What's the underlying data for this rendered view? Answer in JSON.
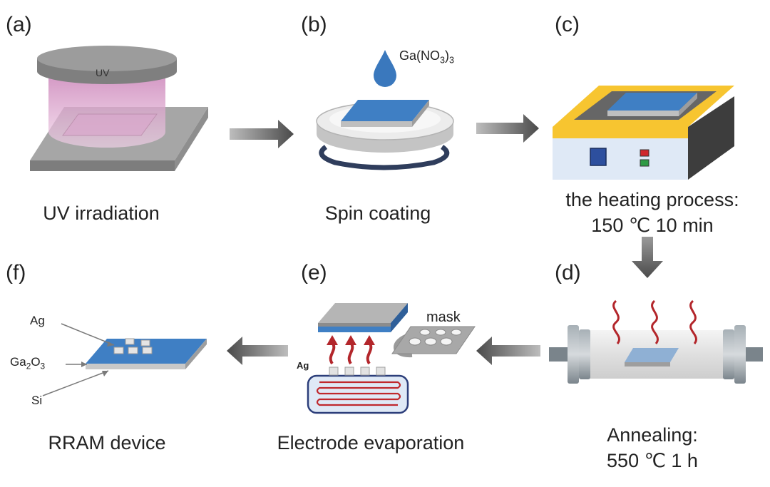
{
  "colors": {
    "blue": "#3f7fc4",
    "gray": "#9a9a9a",
    "yellow": "#f7c530",
    "red": "#c0282d",
    "pink": "#d8a2c8",
    "arrow": "#595959"
  },
  "panels": {
    "a": {
      "label": "(a)",
      "uv_label": "UV",
      "caption": "UV irradiation"
    },
    "b": {
      "label": "(b)",
      "reagent_prefix": "Ga(NO",
      "reagent_sub": "3",
      "reagent_suffix": ")",
      "reagent_sub2": "3",
      "caption": "Spin coating"
    },
    "c": {
      "label": "(c)",
      "caption_line1": "the heating process:",
      "caption_line2": "150 ℃ 10 min"
    },
    "d": {
      "label": "(d)",
      "caption_line1": "Annealing:",
      "caption_line2": "550 ℃ 1 h"
    },
    "e": {
      "label": "(e)",
      "mask_label": "mask",
      "ag_label": "Ag",
      "caption": "Electrode evaporation"
    },
    "f": {
      "label": "(f)",
      "layer_ag": "Ag",
      "layer_ga_prefix": "Ga",
      "layer_ga_sub1": "2",
      "layer_ga_mid": "O",
      "layer_ga_sub2": "3",
      "layer_si": "Si",
      "caption": "RRAM device"
    }
  }
}
